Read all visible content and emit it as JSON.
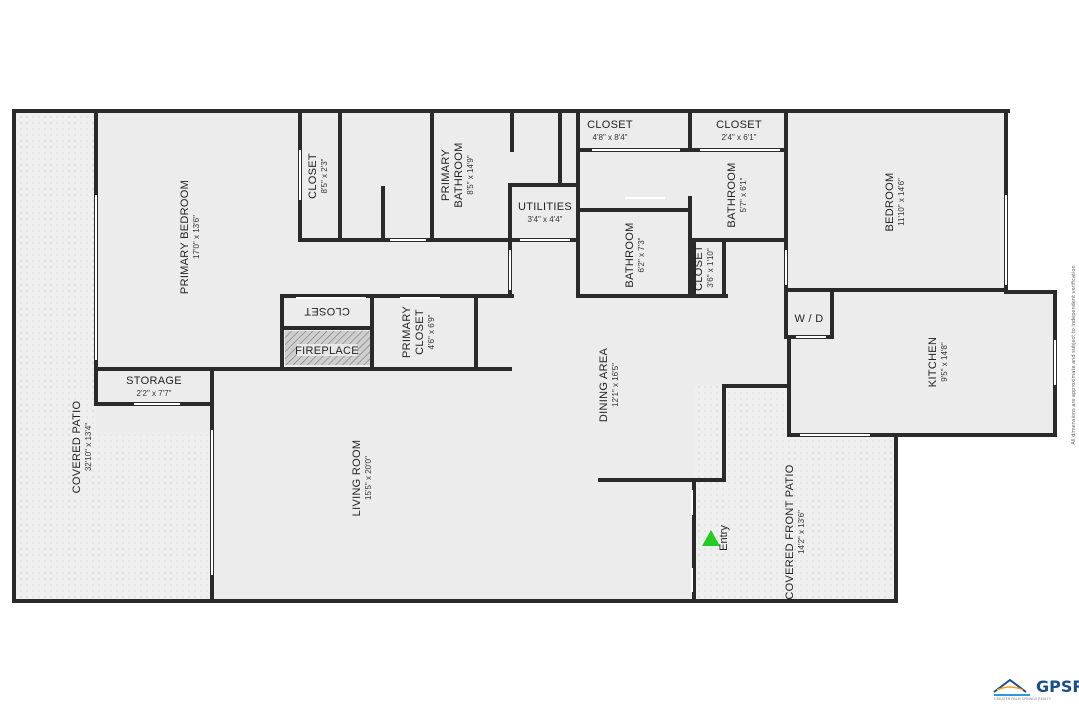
{
  "rooms": [
    {
      "id": "covered_patio",
      "name": "COVERED PATIO",
      "dims": "32'10\" x 13'4\""
    },
    {
      "id": "primary_bedroom",
      "name": "PRIMARY BEDROOM",
      "dims": "17'0\" x 13'6\""
    },
    {
      "id": "closet_1",
      "name": "CLOSET",
      "dims": "8'5\" x 2'3\""
    },
    {
      "id": "primary_bathroom",
      "name": "PRIMARY BATHROOM",
      "name_lines": [
        "PRIMARY",
        "BATHROOM"
      ],
      "dims": "8'5\" x 14'9\""
    },
    {
      "id": "utilities",
      "name": "UTILITIES",
      "dims": "3'4\" x 4'4\""
    },
    {
      "id": "closet_2",
      "name": "CLOSET",
      "dims": "4'8\" x 8'4\""
    },
    {
      "id": "closet_3",
      "name": "CLOSET",
      "dims": "2'4\" x 6'1\""
    },
    {
      "id": "bathroom_1",
      "name": "BATHROOM",
      "dims": "5'7\" x 6'1\""
    },
    {
      "id": "bedroom",
      "name": "BEDROOM",
      "dims": "11'10\" x 14'6\""
    },
    {
      "id": "bathroom_2",
      "name": "BATHROOM",
      "dims": "6'2\" x 7'3\""
    },
    {
      "id": "closet_4",
      "name": "CLOSET",
      "dims": "3'6\" x 1'10\""
    },
    {
      "id": "closet_5",
      "name": "CLOSET",
      "dims": ""
    },
    {
      "id": "primary_closet",
      "name": "PRIMARY CLOSET",
      "name_lines": [
        "PRIMARY",
        "CLOSET"
      ],
      "dims": "4'6\" x 6'9\""
    },
    {
      "id": "fireplace",
      "name": "FIREPLACE",
      "dims": ""
    },
    {
      "id": "wd",
      "name": "W / D",
      "dims": ""
    },
    {
      "id": "storage",
      "name": "STORAGE",
      "dims": "2'2\" x 7'7\""
    },
    {
      "id": "dining_area",
      "name": "DINING AREA",
      "dims": "12'1\" x 16'5\""
    },
    {
      "id": "kitchen",
      "name": "KITCHEN",
      "dims": "9'5\" x 14'8\""
    },
    {
      "id": "living_room",
      "name": "LIVING ROOM",
      "dims": "15'5\" x 20'0\""
    },
    {
      "id": "covered_front_patio",
      "name": "COVERED FRONT PATIO",
      "dims": "14'2\" x 13'6\""
    }
  ],
  "entry_label": "Entry",
  "disclaimer": "All dimensions are approximate and subject to independent verification",
  "logo": {
    "text": "GPSR",
    "subtitle": "GREATER PALM SPRINGS REALTY"
  },
  "colors": {
    "floor": "#ececec",
    "wall": "#2a2a2a",
    "window": "#ffffff",
    "entry_arrow": "#22cc22",
    "logo": "#1a4d8c"
  }
}
